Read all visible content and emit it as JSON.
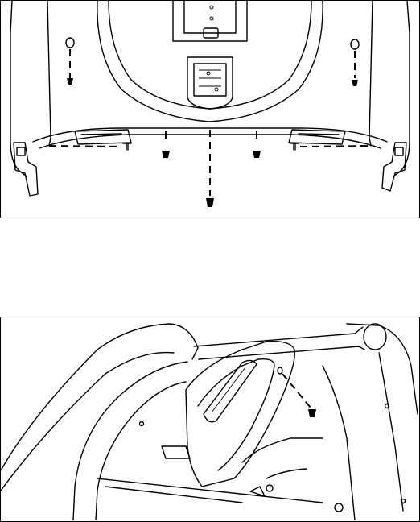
{
  "figures": [
    {
      "id": "top",
      "subject": "shroud-underside-view",
      "fasteners": [
        "screw",
        "screw",
        "screw",
        "screw",
        "screw",
        "screw",
        "screw"
      ],
      "washers": 2
    },
    {
      "id": "bottom",
      "subject": "handlebar-side-cover-view",
      "fasteners": [
        "screw"
      ]
    }
  ],
  "colors": {
    "line": "#000000",
    "background": "#ffffff"
  },
  "icons": [
    "screw-icon",
    "washer-icon"
  ]
}
